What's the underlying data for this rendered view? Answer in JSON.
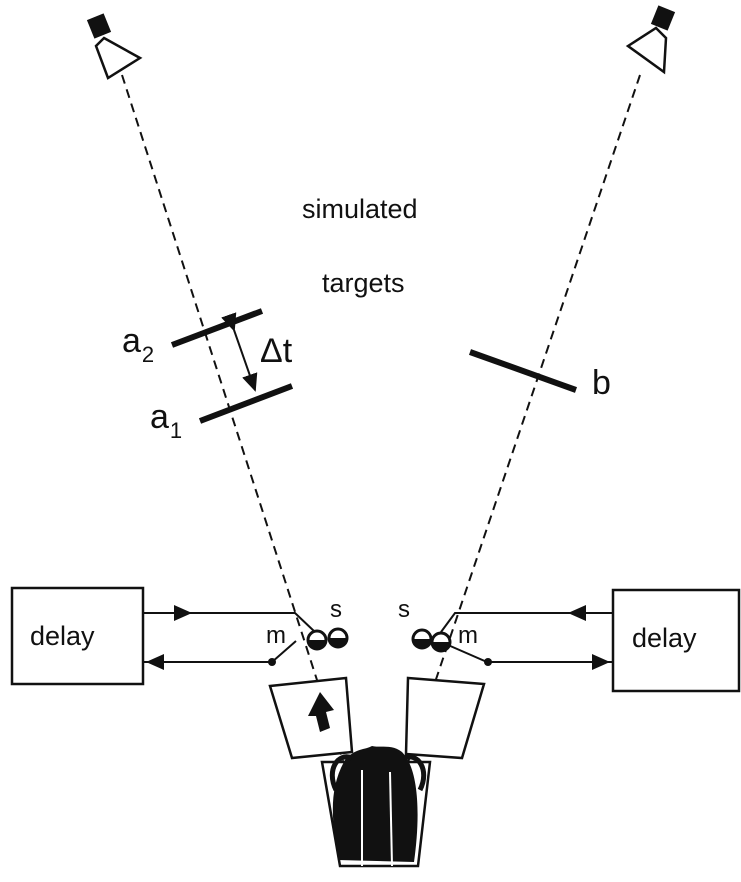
{
  "labels": {
    "simulated": "simulated",
    "targets": "targets",
    "a2_base": "a",
    "a2_sub": "2",
    "a1_base": "a",
    "a1_sub": "1",
    "delta_t": "Δt",
    "b": "b",
    "s_left": "s",
    "m_left": "m",
    "s_right": "s",
    "m_right": "m",
    "delay_left": "delay",
    "delay_right": "delay"
  },
  "colors": {
    "ink": "#111111",
    "background": "#ffffff"
  },
  "icons": {
    "speaker_left": "loudspeaker-icon",
    "speaker_right": "loudspeaker-icon",
    "bat": "bat-icon",
    "arrow": "up-arrow-icon"
  }
}
